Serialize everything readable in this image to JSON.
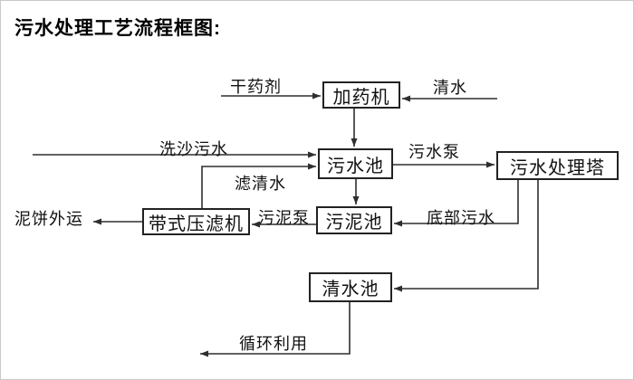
{
  "title": "污水处理工艺流程框图:",
  "nodes": {
    "dosing_machine": "加药机",
    "sewage_pool": "污水池",
    "treatment_tower": "污水处理塔",
    "sludge_pool": "污泥池",
    "belt_filter_press": "带式压滤机",
    "clean_water_pool": "清水池"
  },
  "flow_labels": {
    "dry_chemical": "干药剂",
    "clean_water": "清水",
    "sand_washing_sewage": "洗沙污水",
    "sewage_pump": "污水泵",
    "filtered_water": "滤清水",
    "sludge_pump": "污泥泵",
    "bottom_sewage": "底部污水",
    "mud_cake_outbound": "泥饼外运",
    "recycling": "循环利用"
  }
}
